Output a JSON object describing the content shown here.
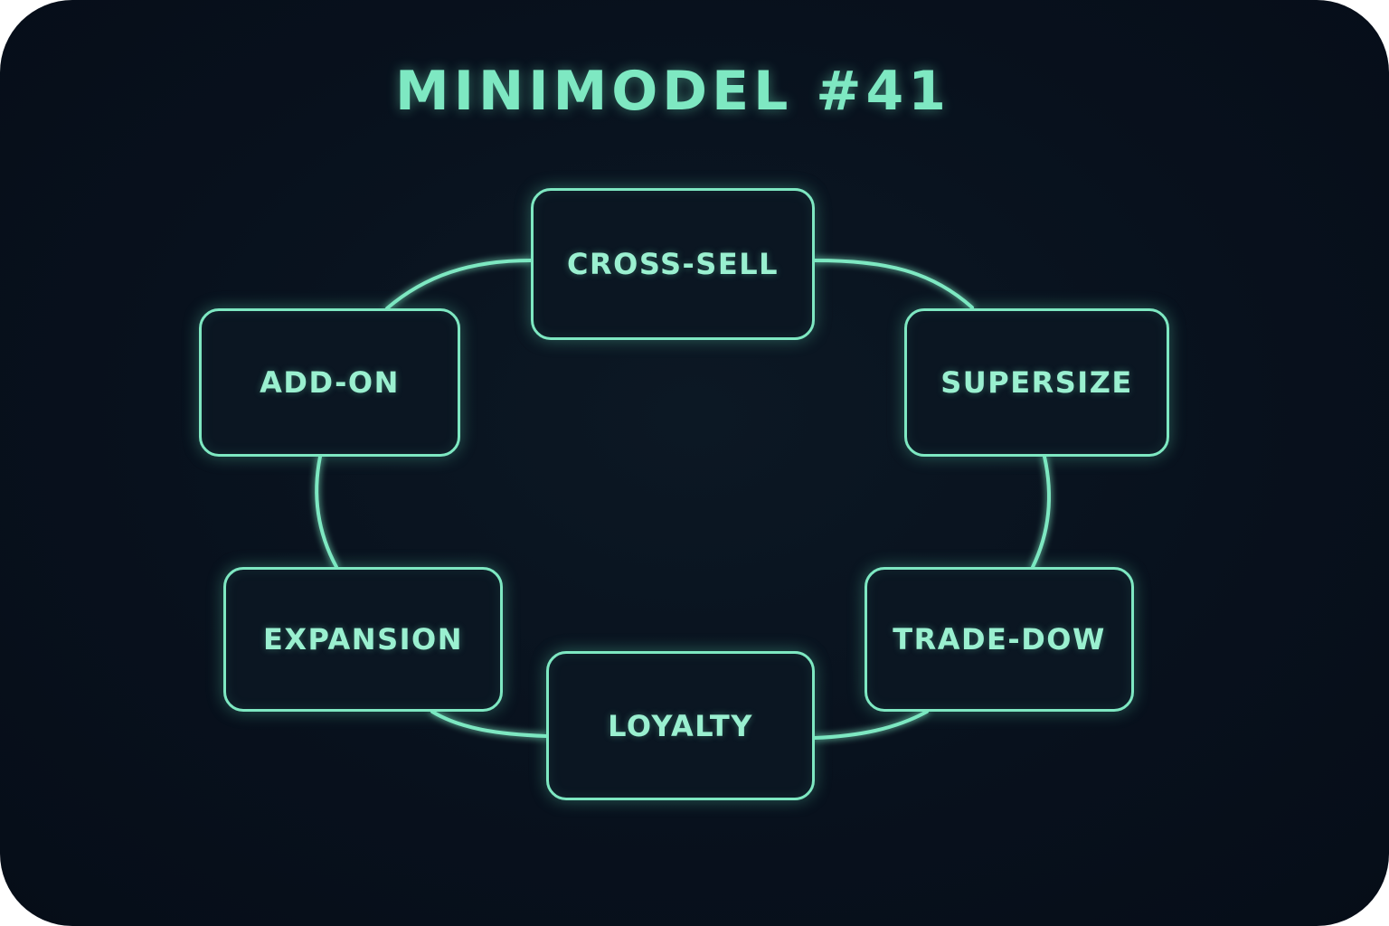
{
  "title": "MINIMODEL #41",
  "colors": {
    "accent": "#7ee8c2",
    "background": "#08111d",
    "node_fill": "#0b1622"
  },
  "nodes": [
    {
      "label": "CROSS-SELL"
    },
    {
      "label": "SUPERSIZE"
    },
    {
      "label": "TRADE-DOW"
    },
    {
      "label": "LOYALTY"
    },
    {
      "label": "EXPANSION"
    },
    {
      "label": "ADD-ON"
    }
  ]
}
